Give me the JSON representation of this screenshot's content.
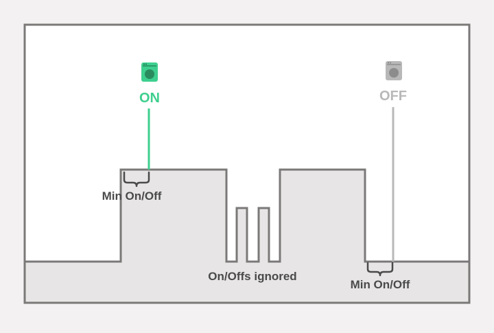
{
  "diagram": {
    "on_label": "ON",
    "off_label": "OFF",
    "min_on_off_label_left": "Min On/Off",
    "min_on_off_label_right": "Min On/Off",
    "ignored_label": "On/Offs ignored"
  },
  "colors": {
    "background": "#f3f1f1",
    "panel": "#ffffff",
    "frame": "#7b7878",
    "fill": "#e7e5e5",
    "on_green": "#3ecf8e",
    "off_grey": "#b8b8b8",
    "text": "#4a4a4a"
  },
  "icons": {
    "on_device": "washing-machine-icon",
    "off_device": "washing-machine-icon"
  }
}
